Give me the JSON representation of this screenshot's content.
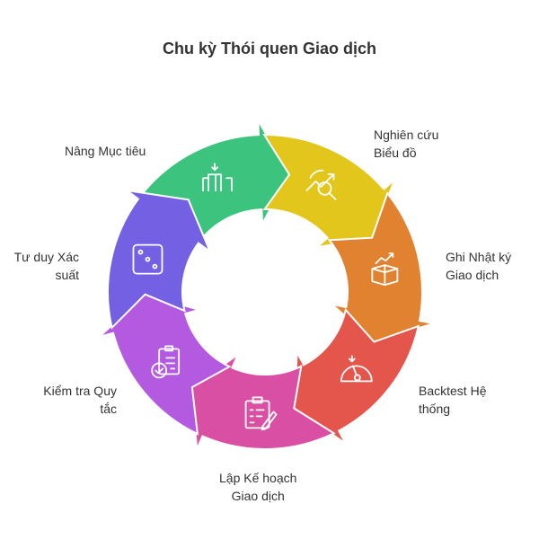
{
  "title": "Chu kỳ Thói quen Giao dịch",
  "steps": [
    {
      "line1": "Nâng Mục tiêu",
      "line2": "",
      "color": "#3cc47f",
      "icon": "podium-icon"
    },
    {
      "line1": "Nghiên cứu",
      "line2": "Biểu đồ",
      "color": "#e2c61c",
      "icon": "chart-search-icon"
    },
    {
      "line1": "Ghi Nhật ký",
      "line2": "Giao dịch",
      "color": "#e0822f",
      "icon": "journal-box-icon"
    },
    {
      "line1": "Backtest Hệ",
      "line2": "thống",
      "color": "#e4554c",
      "icon": "gauge-icon"
    },
    {
      "line1": "Lập Kế hoạch",
      "line2": "Giao dịch",
      "color": "#d94fa3",
      "icon": "clipboard-pencil-icon"
    },
    {
      "line1": "Kiểm tra Quy",
      "line2": "tắc",
      "color": "#b45ae0",
      "icon": "clipboard-check-icon"
    },
    {
      "line1": "Tư duy Xác",
      "line2": "suất",
      "color": "#7460e3",
      "icon": "dice-icon"
    }
  ]
}
